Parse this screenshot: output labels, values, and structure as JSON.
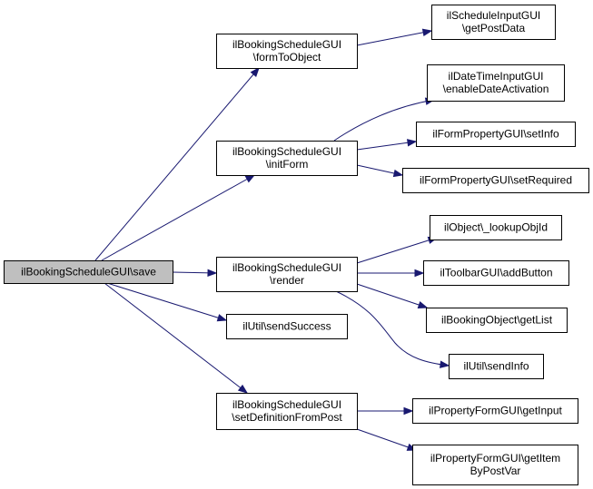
{
  "colors": {
    "edge": "#191970",
    "root_fill": "#bfbfbf",
    "node_fill": "#ffffff",
    "border": "#000000"
  },
  "nodes": [
    {
      "id": "save",
      "lines": [
        "ilBookingScheduleGUI\\save"
      ],
      "root": true
    },
    {
      "id": "formToObject",
      "lines": [
        "ilBookingScheduleGUI",
        "\\formToObject"
      ]
    },
    {
      "id": "getPostData",
      "lines": [
        "ilScheduleInputGUI",
        "\\getPostData"
      ]
    },
    {
      "id": "initForm",
      "lines": [
        "ilBookingScheduleGUI",
        "\\initForm"
      ]
    },
    {
      "id": "enableDateActivation",
      "lines": [
        "ilDateTimeInputGUI",
        "\\enableDateActivation"
      ]
    },
    {
      "id": "setInfo",
      "lines": [
        "ilFormPropertyGUI\\setInfo"
      ]
    },
    {
      "id": "setRequired",
      "lines": [
        "ilFormPropertyGUI\\setRequired"
      ]
    },
    {
      "id": "render",
      "lines": [
        "ilBookingScheduleGUI",
        "\\render"
      ]
    },
    {
      "id": "lookupObjId",
      "lines": [
        "ilObject\\_lookupObjId"
      ]
    },
    {
      "id": "addButton",
      "lines": [
        "ilToolbarGUI\\addButton"
      ]
    },
    {
      "id": "getList",
      "lines": [
        "ilBookingObject\\getList"
      ]
    },
    {
      "id": "sendInfo",
      "lines": [
        "ilUtil\\sendInfo"
      ]
    },
    {
      "id": "sendSuccess",
      "lines": [
        "ilUtil\\sendSuccess"
      ]
    },
    {
      "id": "setDefinitionFromPost",
      "lines": [
        "ilBookingScheduleGUI",
        "\\setDefinitionFromPost"
      ]
    },
    {
      "id": "getInput",
      "lines": [
        "ilPropertyFormGUI\\getInput"
      ]
    },
    {
      "id": "getItemByPostVar",
      "lines": [
        "ilPropertyFormGUI\\getItem",
        "ByPostVar"
      ]
    }
  ],
  "edges": [
    {
      "from": "save",
      "to": "formToObject"
    },
    {
      "from": "save",
      "to": "initForm"
    },
    {
      "from": "save",
      "to": "render"
    },
    {
      "from": "save",
      "to": "sendSuccess"
    },
    {
      "from": "save",
      "to": "setDefinitionFromPost"
    },
    {
      "from": "formToObject",
      "to": "getPostData"
    },
    {
      "from": "initForm",
      "to": "enableDateActivation"
    },
    {
      "from": "initForm",
      "to": "setInfo"
    },
    {
      "from": "initForm",
      "to": "setRequired"
    },
    {
      "from": "render",
      "to": "lookupObjId"
    },
    {
      "from": "render",
      "to": "addButton"
    },
    {
      "from": "render",
      "to": "getList"
    },
    {
      "from": "render",
      "to": "sendInfo"
    },
    {
      "from": "setDefinitionFromPost",
      "to": "getInput"
    },
    {
      "from": "setDefinitionFromPost",
      "to": "getItemByPostVar"
    }
  ]
}
